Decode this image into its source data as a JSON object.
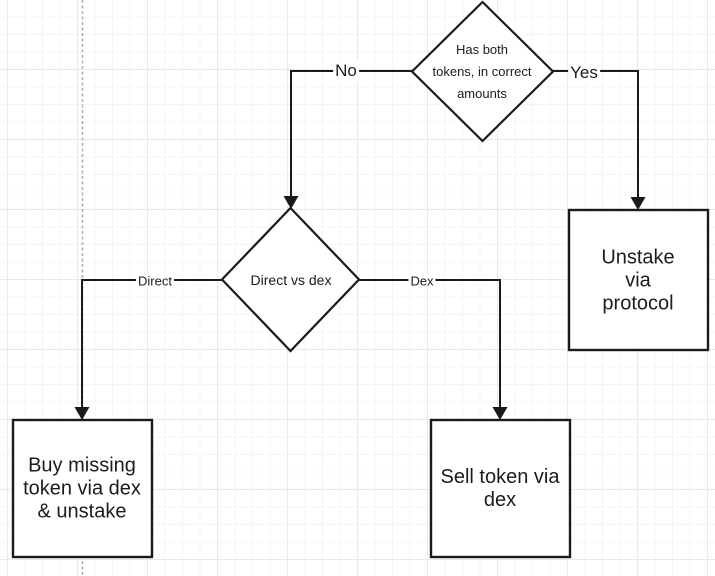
{
  "diagram": {
    "type": "flowchart",
    "nodes": {
      "has_both_tokens": {
        "shape": "decision",
        "label": "Has both\ntokens, in correct\namounts"
      },
      "direct_vs_dex": {
        "shape": "decision",
        "label": "Direct vs dex"
      },
      "unstake_via_protocol": {
        "shape": "process",
        "label": "Unstake via\nprotocol"
      },
      "buy_missing_token": {
        "shape": "process",
        "label": "Buy missing\ntoken via dex\n& unstake"
      },
      "sell_token_via_dex": {
        "shape": "process",
        "label": "Sell token via\ndex"
      }
    },
    "edges": {
      "no": {
        "label": "No",
        "from": "has_both_tokens",
        "to": "direct_vs_dex"
      },
      "yes": {
        "label": "Yes",
        "from": "has_both_tokens",
        "to": "unstake_via_protocol"
      },
      "direct": {
        "label": "Direct",
        "from": "direct_vs_dex",
        "to": "buy_missing_token"
      },
      "dex": {
        "label": "Dex",
        "from": "direct_vs_dex",
        "to": "sell_token_via_dex"
      }
    },
    "colors": {
      "stroke": "#1a1a1a",
      "shape_fill": "#ffffff",
      "grid_minor": "#f4f4f4",
      "grid_major": "#e9e9e9",
      "page_guide": "#adadad"
    }
  }
}
